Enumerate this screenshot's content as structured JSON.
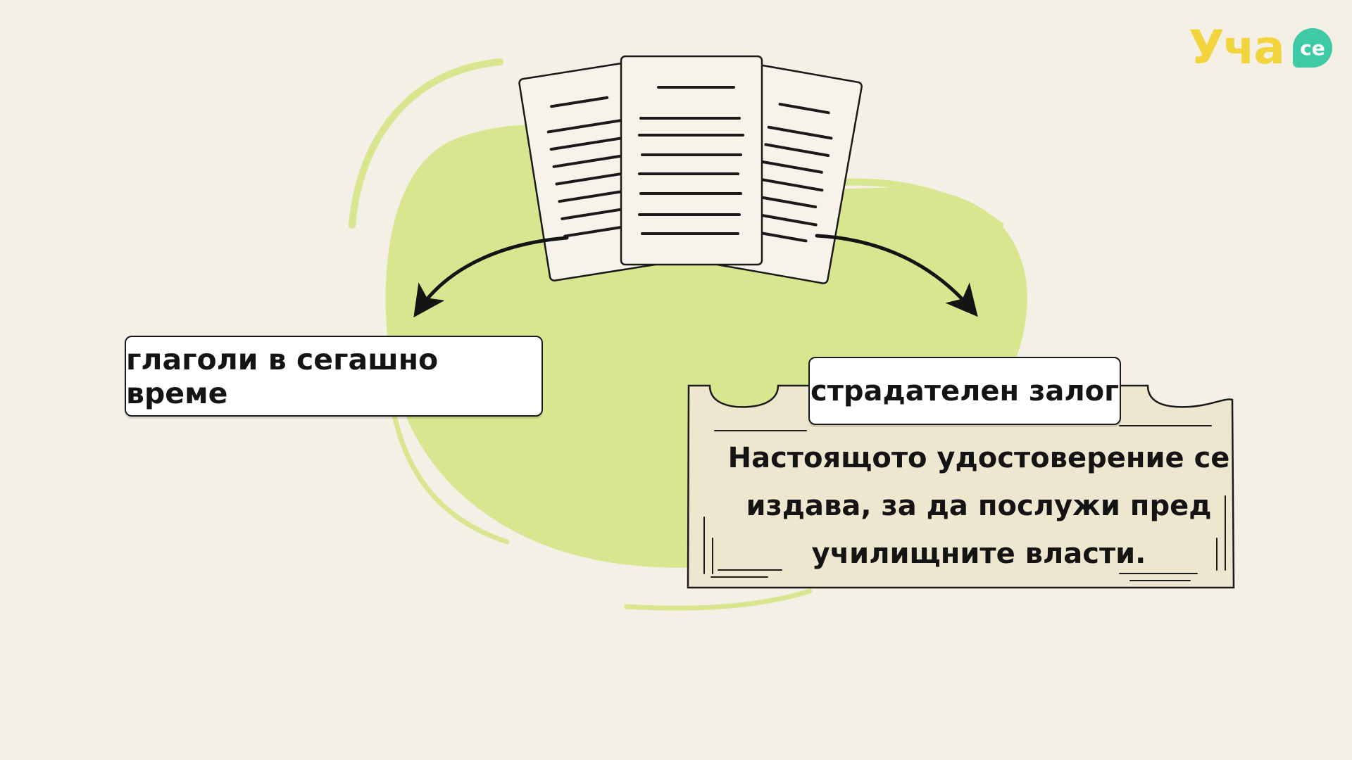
{
  "logo": {
    "brand": "Уча",
    "badge": "се"
  },
  "labels": {
    "present_tense": "глаголи в сегашно време",
    "passive_voice": "страдателен залог"
  },
  "certificate": {
    "lines": [
      "Настоящото удостоверение се",
      "издава, за да послужи пред",
      "училищните власти."
    ]
  },
  "colors": {
    "background": "#f5f0e6",
    "blob": "#d9e690",
    "parchment": "#ede7cf",
    "logo_yellow": "#f2d43d",
    "logo_teal": "#3ec9a7"
  }
}
